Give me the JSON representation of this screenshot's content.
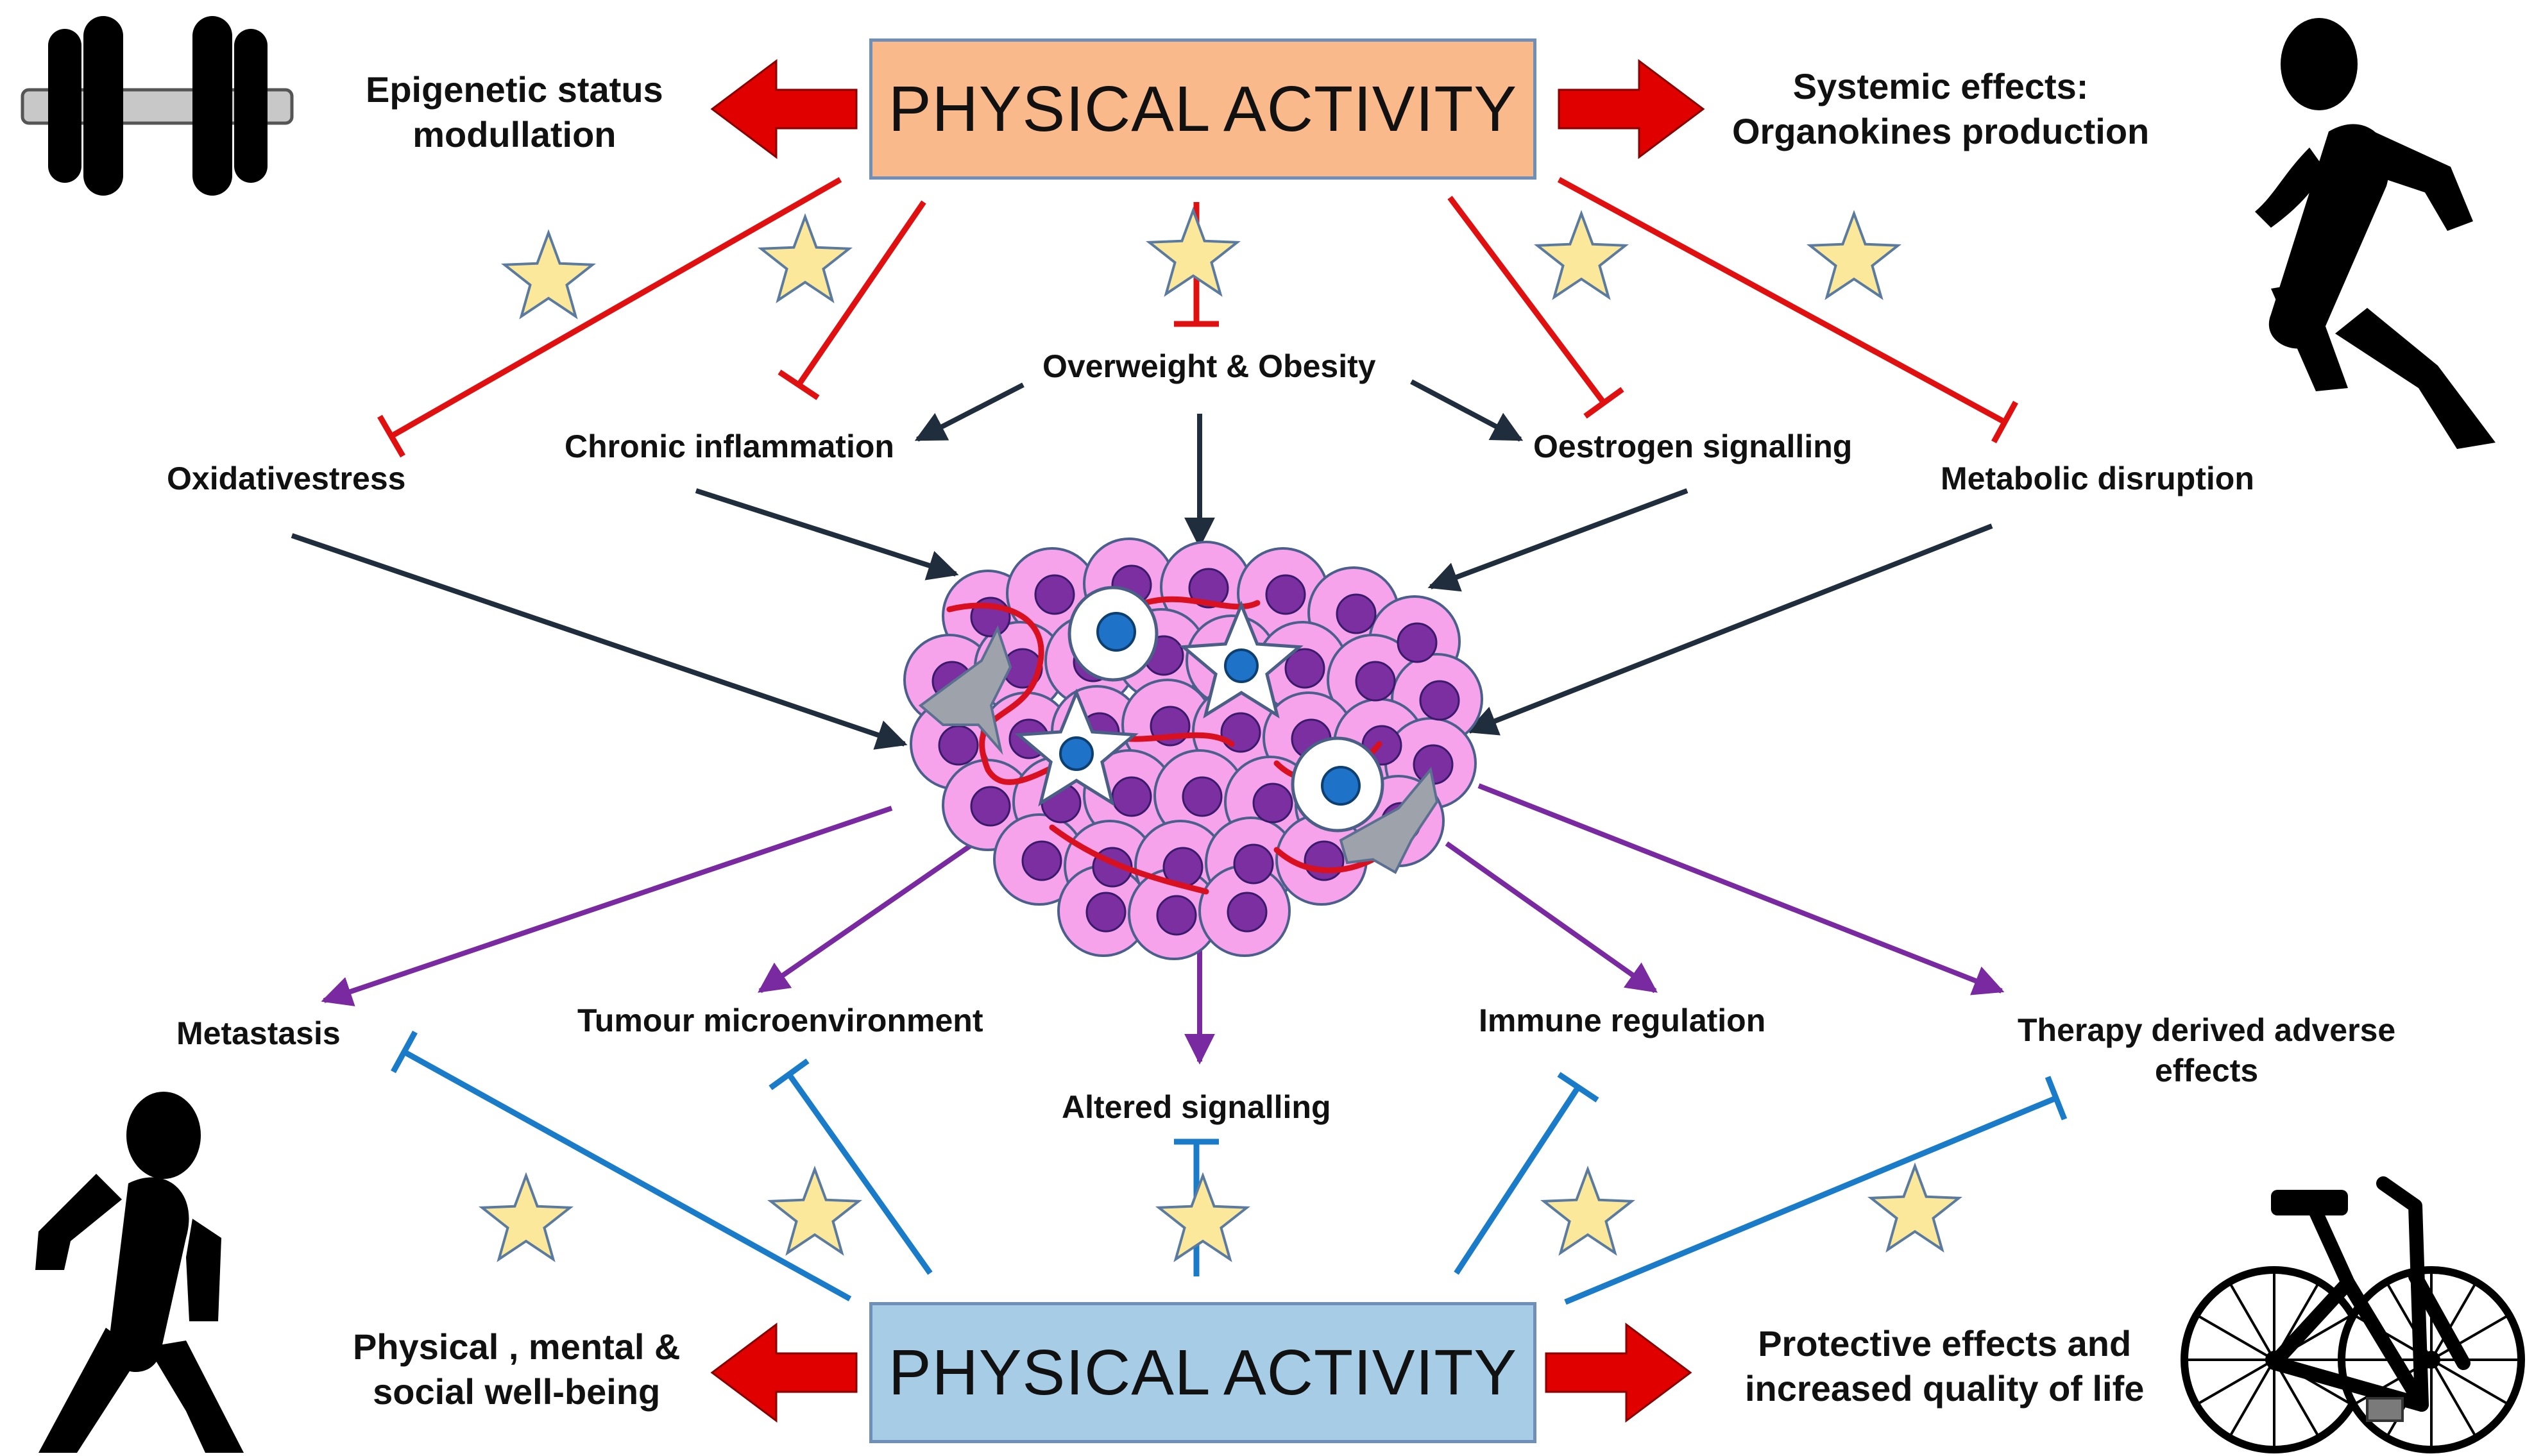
{
  "top_box": {
    "text": "PHYSICAL ACTIVITY",
    "color": "#f9b98b"
  },
  "bottom_box": {
    "text": "PHYSICAL ACTIVITY",
    "color": "#a7cce6"
  },
  "top_left": {
    "line1": "Epigenetic status",
    "line2": "modullation"
  },
  "top_right": {
    "line1": "Systemic effects:",
    "line2": "Organokines production"
  },
  "bottom_left": {
    "line1": "Physical , mental &",
    "line2": "social well-being"
  },
  "bottom_right": {
    "line1": "Protective effects and",
    "line2": "increased quality of life"
  },
  "risk_factors": {
    "oxidative_stress": "Oxidativestress",
    "chronic_inflammation": "Chronic inflammation",
    "overweight_obesity": "Overweight & Obesity",
    "oestrogen_signalling": "Oestrogen signalling",
    "metabolic_disruption": "Metabolic disruption"
  },
  "outcomes": {
    "metastasis": "Metastasis",
    "tumour_microenvironment": "Tumour microenvironment",
    "altered_signalling": "Altered signalling",
    "immune_regulation": "Immune regulation",
    "therapy_adverse_line1": "Therapy derived adverse",
    "therapy_adverse_line2": "effects"
  },
  "colors": {
    "inhibit_top": "#e01010",
    "inhibit_bottom": "#1a7cc8",
    "risk_arrow": "#1f2d3d",
    "outcome_arrow": "#7a2aa0",
    "big_arrow": "#e00000",
    "star_fill": "#fbe89a",
    "star_stroke": "#5a7aa0",
    "cell_fill": "#f7a3ec",
    "nucleus": "#7b2fa0"
  },
  "icons": [
    "dumbbell-icon",
    "runner-icon",
    "walker-icon",
    "bicycle-icon",
    "star-icon",
    "tumour-icon"
  ]
}
